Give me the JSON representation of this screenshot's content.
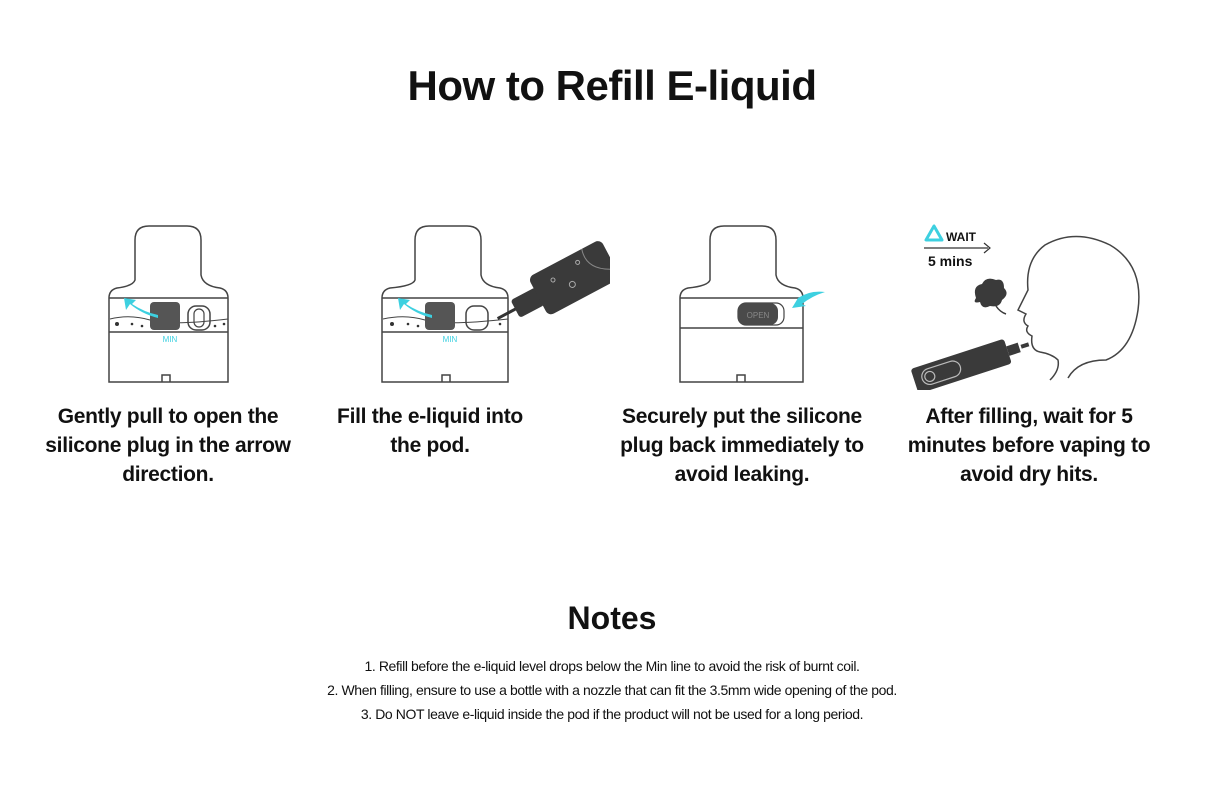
{
  "page": {
    "title": "How to Refill E-liquid",
    "accent_color": "#3dd0e0"
  },
  "steps": [
    {
      "caption": "Gently pull to open the silicone plug in the arrow direction.",
      "illustration": "pod-plug-pull",
      "min_label": "MIN"
    },
    {
      "caption": "Fill the e-liquid into the pod.",
      "illustration": "pod-bottle-fill",
      "min_label": "MIN"
    },
    {
      "caption": "Securely put the silicone plug back immediately to avoid leaking.",
      "illustration": "pod-plug-closed",
      "plug_label": "OPEN"
    },
    {
      "caption": "After filling, wait for 5 minutes before vaping to avoid dry hits.",
      "illustration": "head-vaping",
      "wait_label": "WAIT",
      "wait_time": "5 mins"
    }
  ],
  "notes": {
    "title": "Notes",
    "items": [
      "1. Refill before the e-liquid level drops below the Min line to avoid the risk of burnt coil.",
      "2. When filling, ensure to use a bottle with a nozzle that can fit the 3.5mm wide opening of the pod.",
      "3. Do NOT leave e-liquid inside the pod if the product will not be used for a long period."
    ]
  }
}
